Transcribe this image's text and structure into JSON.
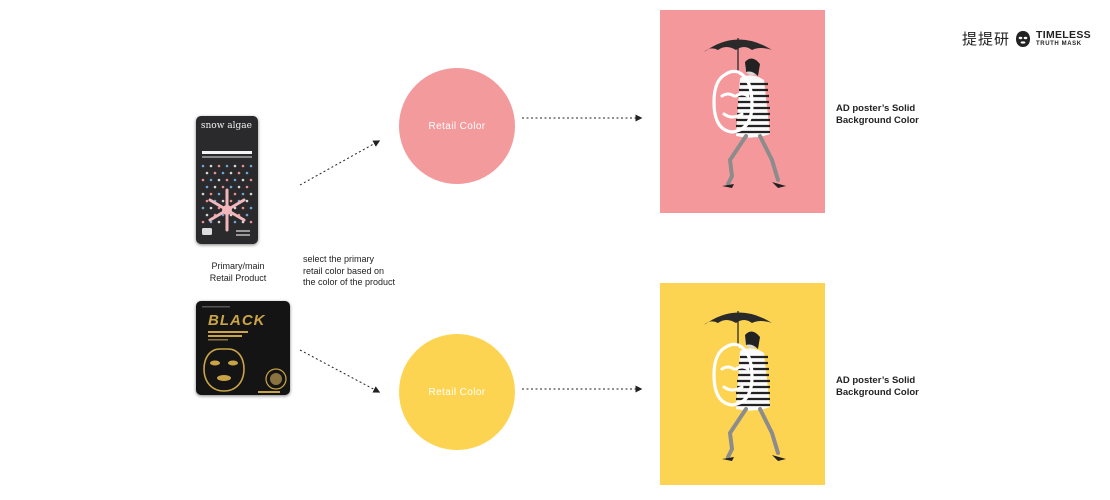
{
  "brand": {
    "logo_cn": "提提研",
    "logo_en_line1": "TIMELESS",
    "logo_en_line2": "TRUTH MASK"
  },
  "products": {
    "snow_pack_title": "snow algae",
    "black_pack_title": "BLACK",
    "primary_label_line1": "Primary/main",
    "primary_label_line2": "Retail Product"
  },
  "instruction": {
    "line1": "select the primary",
    "line2": "retail color based on",
    "line3": "the color of the product"
  },
  "circles": {
    "top_label": "Retail  Color",
    "bottom_label": "Retail  Color"
  },
  "posters": {
    "top_label_line1": "AD poster’s Solid",
    "top_label_line2": "Background Color",
    "bottom_label_line1": "AD poster’s Solid",
    "bottom_label_line2": "Background Color"
  },
  "colors": {
    "retail_pink": "#f39a9c",
    "retail_yellow": "#fdd452",
    "pack_dark": "#2a2a2c",
    "pack_gold": "#c9a447"
  },
  "icons": [
    "timeless-mask-logo-icon",
    "dotted-arrow-icon",
    "umbrella-woman-illustration",
    "mask-outline-icon"
  ]
}
